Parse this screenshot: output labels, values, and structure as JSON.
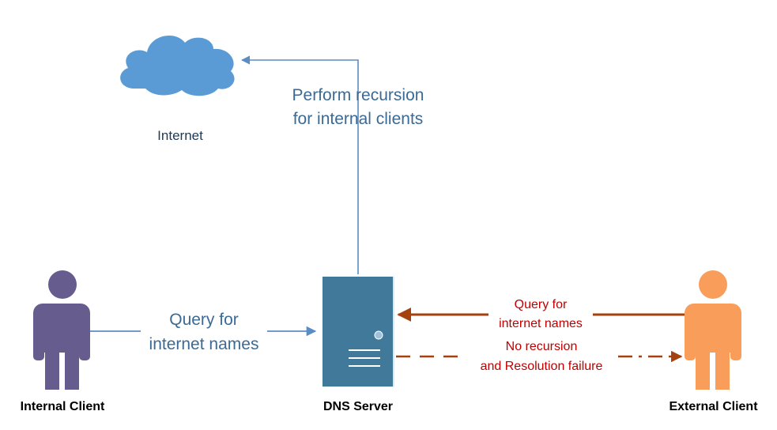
{
  "nodes": {
    "internet": {
      "label": "Internet"
    },
    "dns_server": {
      "label": "DNS Server"
    },
    "internal_client": {
      "label": "Internal Client"
    },
    "external_client": {
      "label": "External Client"
    }
  },
  "edges": {
    "recursion": {
      "line1": "Perform recursion",
      "line2": "for internal clients"
    },
    "internal_query": {
      "line1": "Query for",
      "line2": "internet names"
    },
    "external_query": {
      "line1": "Query for",
      "line2": "internet names"
    },
    "failure_response": {
      "line1": "No recursion",
      "line2": "and Resolution failure"
    }
  },
  "colors": {
    "cloud": "#5b9bd5",
    "server": "#41799a",
    "internal_client": "#675c8e",
    "external_client": "#f99d5b",
    "blue_connector": "#5b8dc5",
    "brown_connector": "#a5400f",
    "blue_text": "#3c6a94",
    "red_text": "#c00000"
  }
}
